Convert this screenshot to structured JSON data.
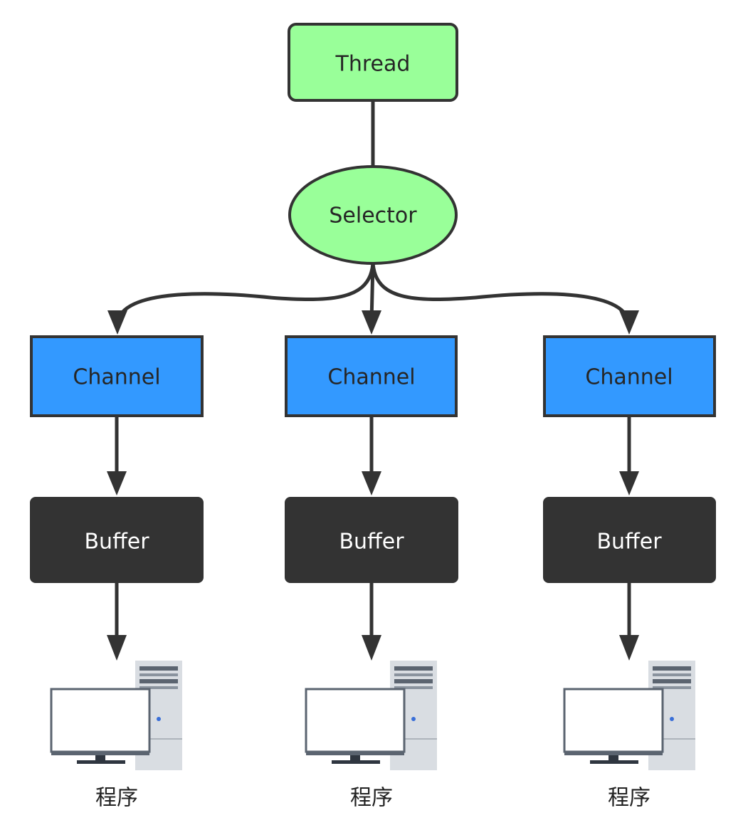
{
  "diagram": {
    "thread": {
      "label": "Thread",
      "fill": "#99ff99",
      "stroke": "#333333"
    },
    "selector": {
      "label": "Selector",
      "fill": "#99ff99",
      "stroke": "#333333"
    },
    "channel_color": "#3399ff",
    "buffer_color": "#333333",
    "edge_color": "#333333",
    "columns": [
      {
        "channel": "Channel",
        "buffer": "Buffer",
        "program": "程序",
        "program_icon": "computer-icon"
      },
      {
        "channel": "Channel",
        "buffer": "Buffer",
        "program": "程序",
        "program_icon": "computer-icon"
      },
      {
        "channel": "Channel",
        "buffer": "Buffer",
        "program": "程序",
        "program_icon": "computer-icon"
      }
    ]
  }
}
